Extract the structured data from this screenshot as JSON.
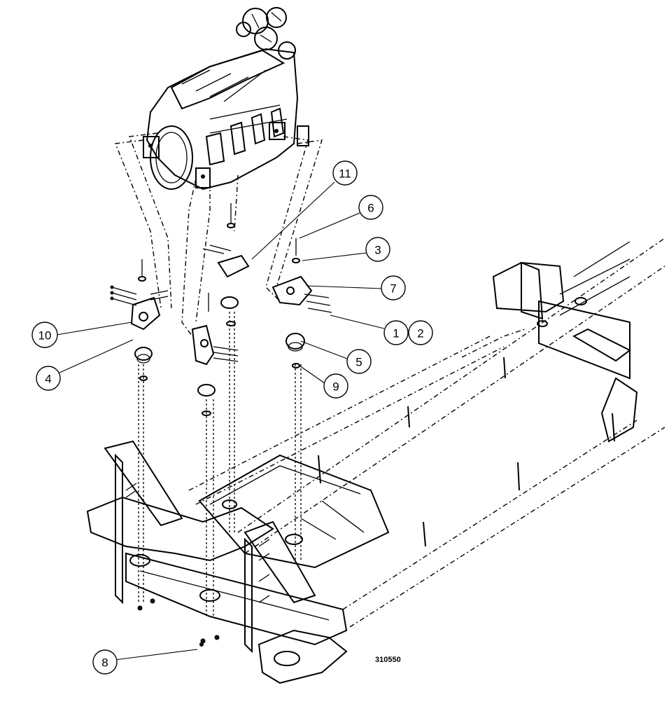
{
  "drawing_number": "310550",
  "callouts": {
    "c1": "1",
    "c2": "2",
    "c3": "3",
    "c4": "4",
    "c5": "5",
    "c6": "6",
    "c7": "7",
    "c8": "8",
    "c9": "9",
    "c10": "10",
    "c11": "11"
  }
}
